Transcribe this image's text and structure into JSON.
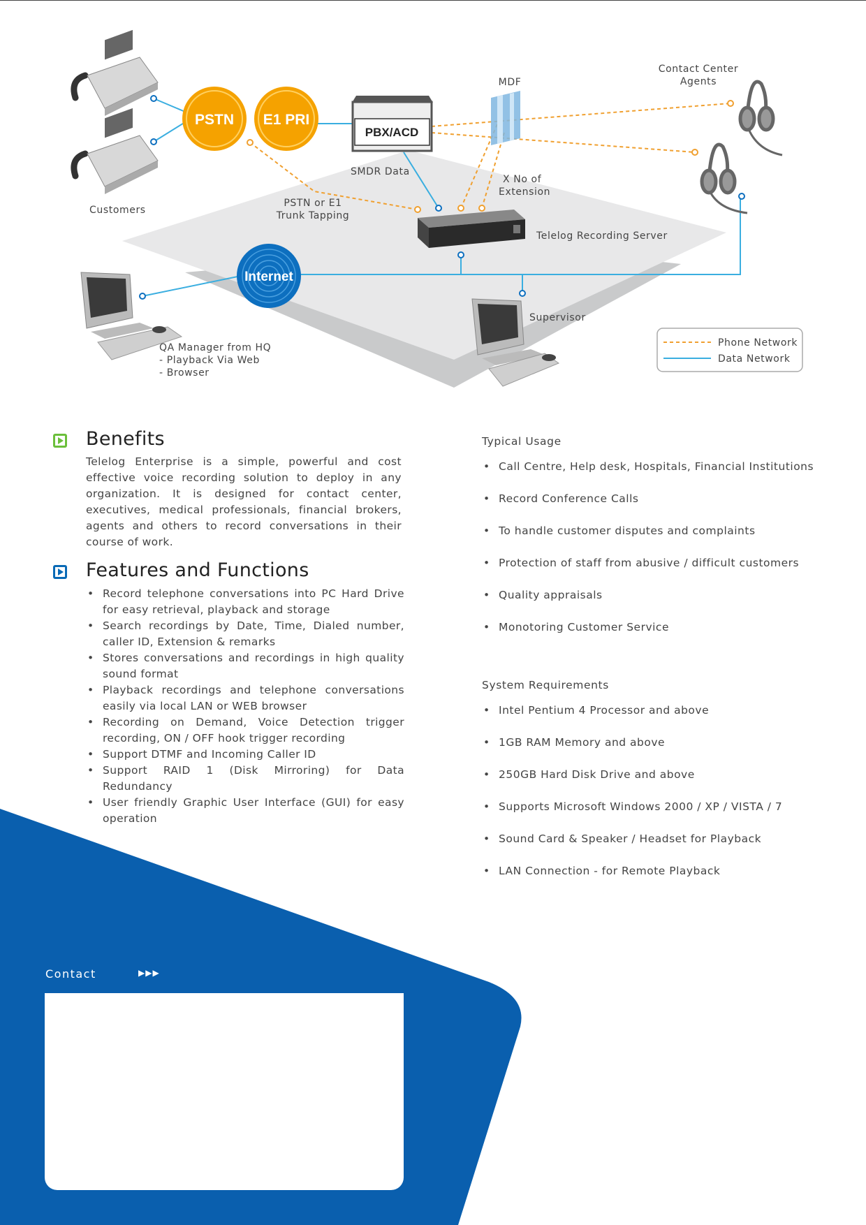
{
  "diagram": {
    "nodes": {
      "pstn": "PSTN",
      "e1pri": "E1 PRI",
      "pbx": "PBX/ACD",
      "internet": "Internet"
    },
    "labels": {
      "mdf": "MDF",
      "agents_line1": "Contact Center",
      "agents_line2": "Agents",
      "customers": "Customers",
      "smdr": "SMDR Data",
      "ext_line1": "X No of",
      "ext_line2": "Extension",
      "trunk_line1": "PSTN or E1",
      "trunk_line2": "Trunk Tapping",
      "server": "Telelog Recording Server",
      "supervisor": "Supervisor",
      "qa_line1": "QA Manager from HQ",
      "qa_line2": "- Playback Via Web",
      "qa_line3": "- Browser"
    },
    "legend": {
      "phone": "Phone Network",
      "data": "Data Network"
    },
    "colors": {
      "phone_line": "#f0a030",
      "data_line": "#3aaee0",
      "circle_orange": "#f5a200",
      "circle_blue": "#0d6fbf"
    }
  },
  "benefits": {
    "title": "Benefits",
    "text": "Telelog Enterprise is a simple, powerful and cost effective voice recording solution to deploy in any organization. It is designed for contact center, executives, medical professionals, financial brokers, agents and others to record conversations in their course of work."
  },
  "features": {
    "title": "Features and Functions",
    "items": [
      "Record telephone conversations into PC Hard Drive for easy retrieval, playback and storage",
      "Search recordings by Date, Time, Dialed number, caller ID, Extension & remarks",
      "Stores conversations and recordings in high quality sound format",
      "Playback recordings and telephone conversations easily via local LAN or WEB browser",
      "Recording on Demand, Voice Detection trigger recording, ON / OFF hook trigger recording",
      "Support DTMF and Incoming Caller ID",
      "Support RAID 1 (Disk Mirroring) for Data Redundancy",
      "User friendly Graphic User Interface (GUI) for easy operation"
    ]
  },
  "typical_usage": {
    "title": "Typical Usage",
    "items": [
      "Call Centre, Help desk, Hospitals, Financial Institutions",
      "Record Conference Calls",
      "To handle customer disputes and complaints",
      "Protection of staff from abusive / difficult customers",
      "Quality appraisals",
      "Monotoring Customer Service"
    ]
  },
  "system_requirements": {
    "title": "System Requirements",
    "items": [
      "Intel Pentium 4 Processor and above",
      "1GB RAM Memory and above",
      "250GB Hard Disk Drive and above",
      "Supports Microsoft Windows 2000 / XP / VISTA / 7",
      "Sound Card & Speaker / Headset for Playback",
      "LAN Connection - for Remote Playback"
    ]
  },
  "contact": {
    "label": "Contact",
    "arrows": "▶▶▶"
  },
  "colors": {
    "brand_blue": "#0a5fae",
    "benefits_icon": "#6bbf3b",
    "features_icon": "#0a6ab6"
  }
}
